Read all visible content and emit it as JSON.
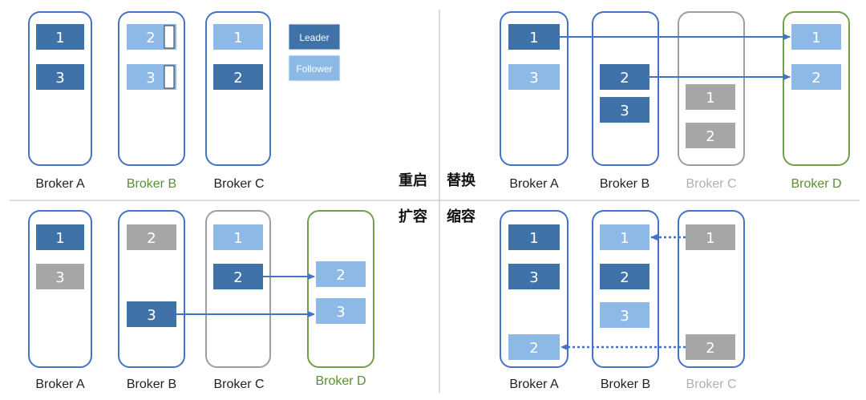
{
  "titles": {
    "restart": "重启",
    "replace": "替换",
    "scale_out": "扩容",
    "scale_in": "缩容"
  },
  "legend": {
    "leader": "Leader",
    "follower": "Follower"
  },
  "colors": {
    "leader": "#3F72A8",
    "follower": "#8DB9E6",
    "offline": "#A6A6A6",
    "broker_border": "#4472C4",
    "new_broker_border": "#70A04A",
    "offline_border": "#9E9E9E",
    "label_dark": "#222222",
    "label_green": "#5A8F32",
    "label_gray": "#B0B0B0",
    "arrow": "#4472C4"
  },
  "panels": {
    "restart": {
      "brokers": [
        {
          "name": "Broker A",
          "state": "normal",
          "replicas": [
            {
              "n": "1",
              "role": "leader"
            },
            {
              "n": "3",
              "role": "leader"
            }
          ]
        },
        {
          "name": "Broker B",
          "state": "restarting",
          "replicas": [
            {
              "n": "2",
              "role": "follower",
              "partial": true
            },
            {
              "n": "3",
              "role": "follower",
              "partial": true
            }
          ]
        },
        {
          "name": "Broker C",
          "state": "normal",
          "replicas": [
            {
              "n": "1",
              "role": "follower"
            },
            {
              "n": "2",
              "role": "leader"
            }
          ]
        }
      ]
    },
    "replace": {
      "brokers": [
        {
          "name": "Broker A",
          "state": "normal",
          "replicas": [
            {
              "n": "1",
              "role": "leader"
            },
            {
              "n": "3",
              "role": "follower"
            }
          ]
        },
        {
          "name": "Broker B",
          "state": "normal",
          "replicas": [
            {
              "n": "2",
              "role": "leader"
            },
            {
              "n": "3",
              "role": "leader"
            }
          ]
        },
        {
          "name": "Broker C",
          "state": "offline",
          "replicas": [
            {
              "n": "1",
              "role": "offline"
            },
            {
              "n": "2",
              "role": "offline"
            }
          ]
        },
        {
          "name": "Broker D",
          "state": "new",
          "replicas": [
            {
              "n": "1",
              "role": "follower"
            },
            {
              "n": "2",
              "role": "follower"
            }
          ]
        }
      ]
    },
    "scale_out": {
      "brokers": [
        {
          "name": "Broker A",
          "state": "normal",
          "replicas": [
            {
              "n": "1",
              "role": "leader"
            },
            {
              "n": "3",
              "role": "offline"
            }
          ]
        },
        {
          "name": "Broker B",
          "state": "normal",
          "replicas": [
            {
              "n": "2",
              "role": "offline"
            },
            {
              "n": "3",
              "role": "leader"
            }
          ]
        },
        {
          "name": "Broker C",
          "state": "gray",
          "replicas": [
            {
              "n": "1",
              "role": "follower"
            },
            {
              "n": "2",
              "role": "leader"
            }
          ]
        },
        {
          "name": "Broker D",
          "state": "new",
          "replicas": [
            {
              "n": "2",
              "role": "follower"
            },
            {
              "n": "3",
              "role": "follower"
            }
          ]
        }
      ]
    },
    "scale_in": {
      "brokers": [
        {
          "name": "Broker A",
          "state": "normal",
          "replicas": [
            {
              "n": "1",
              "role": "leader"
            },
            {
              "n": "3",
              "role": "leader"
            },
            {
              "n": "2",
              "role": "follower"
            }
          ]
        },
        {
          "name": "Broker B",
          "state": "normal",
          "replicas": [
            {
              "n": "1",
              "role": "follower"
            },
            {
              "n": "2",
              "role": "leader"
            },
            {
              "n": "3",
              "role": "follower"
            }
          ]
        },
        {
          "name": "Broker C",
          "state": "offline_label",
          "replicas": [
            {
              "n": "1",
              "role": "offline"
            },
            {
              "n": "2",
              "role": "offline"
            }
          ]
        }
      ]
    }
  }
}
